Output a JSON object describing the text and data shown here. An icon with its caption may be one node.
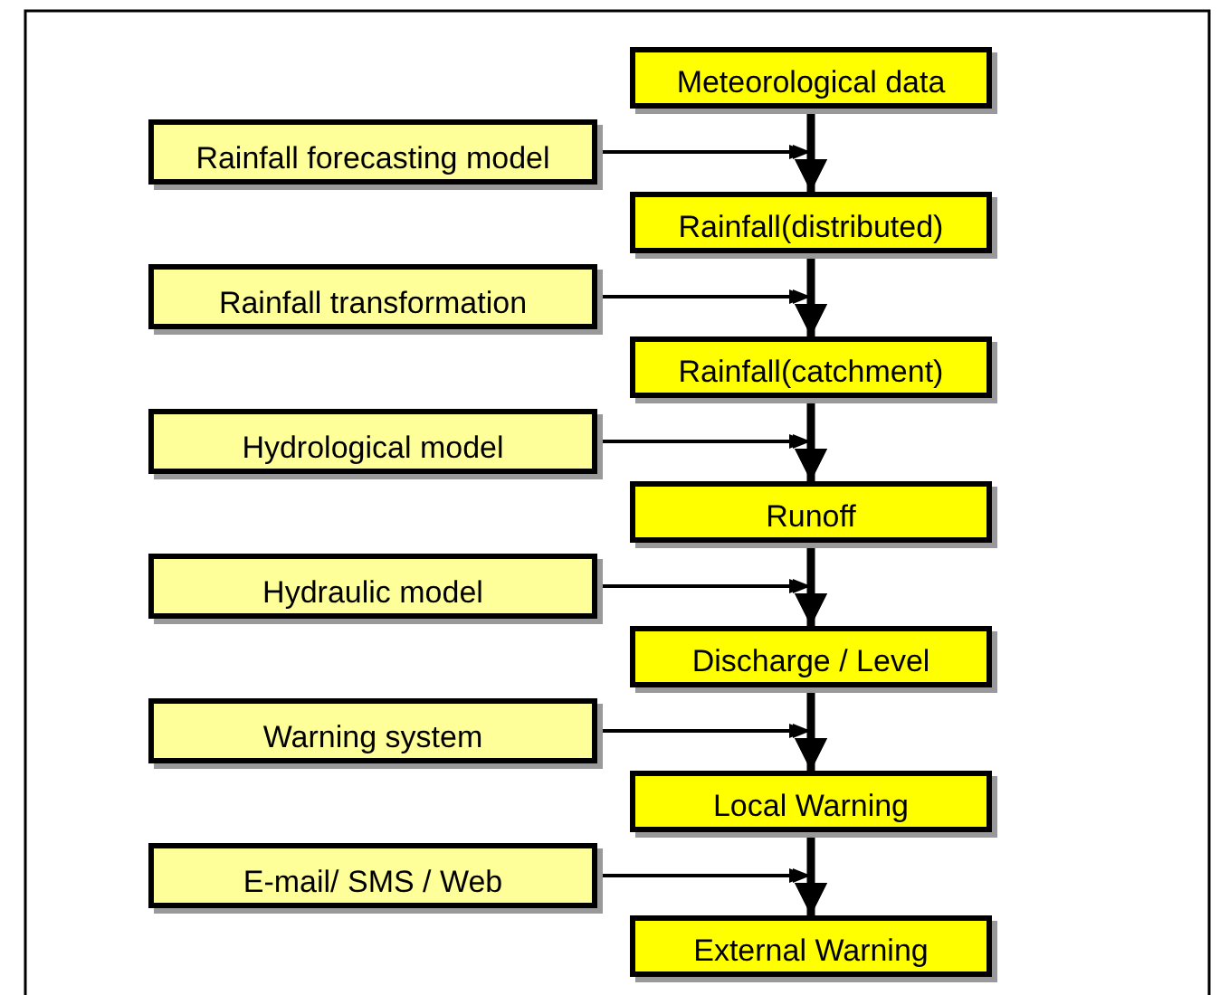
{
  "diagram": {
    "nodes": [
      {
        "text": [
          "Meteorological data"
        ]
      },
      {
        "text": [
          "Rainfall forecasting model"
        ]
      },
      {
        "text": [
          "Rainfall(distributed)"
        ]
      },
      {
        "text": [
          "Rainfall transformation"
        ]
      },
      {
        "text": [
          "Rainfall(catchment)"
        ]
      },
      {
        "text": [
          "Hydrological model"
        ]
      },
      {
        "text": [
          "Runoff"
        ]
      },
      {
        "text": [
          "Hydraulic model"
        ]
      },
      {
        "text": [
          "Discharge / Level"
        ]
      },
      {
        "text": [
          "Warning system"
        ]
      },
      {
        "text": [
          "Local Warning"
        ]
      },
      {
        "text": [
          "E-mail/ SMS / Web"
        ]
      },
      {
        "text": [
          "External Warning"
        ]
      }
    ],
    "edges": [
      {
        "from": 0,
        "to": 2,
        "arrow": "to",
        "style": "thick"
      },
      {
        "from": 1,
        "to": 2,
        "arrow": "to"
      },
      {
        "from": 2,
        "to": 4,
        "arrow": "to",
        "style": "thick"
      },
      {
        "from": 3,
        "to": 4,
        "arrow": "to"
      },
      {
        "from": 4,
        "to": 6,
        "arrow": "to",
        "style": "thick"
      },
      {
        "from": 5,
        "to": 6,
        "arrow": "to"
      },
      {
        "from": 6,
        "to": 8,
        "arrow": "to",
        "style": "thick"
      },
      {
        "from": 7,
        "to": 8,
        "arrow": "to"
      },
      {
        "from": 8,
        "to": 10,
        "arrow": "to",
        "style": "thick"
      },
      {
        "from": 9,
        "to": 10,
        "arrow": "to"
      },
      {
        "from": 10,
        "to": 12,
        "arrow": "to",
        "style": "thick"
      },
      {
        "from": 11,
        "to": 12,
        "arrow": "to"
      }
    ]
  }
}
